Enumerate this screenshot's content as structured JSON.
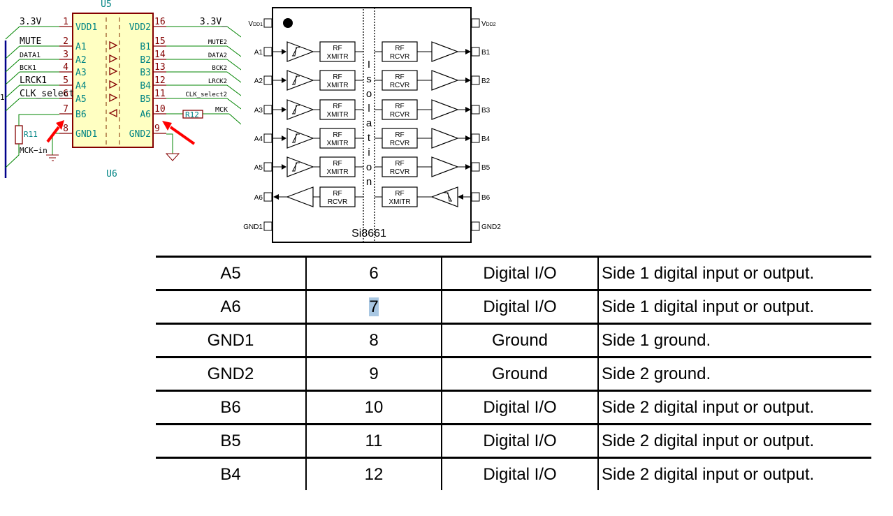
{
  "schematic": {
    "ref_top": "U5",
    "ref_bottom": "U6",
    "colors": {
      "body_fill": "#ffffc2",
      "body_stroke": "#840000",
      "pin": "#840000",
      "wire": "#008400",
      "bus": "#00008a",
      "pin_name": "#008484",
      "arrow": "#ff0000"
    },
    "left_pins": [
      {
        "num": "1",
        "name": "VDD1",
        "net": "3.3V"
      },
      {
        "num": "2",
        "name": "A1",
        "net": "MUTE"
      },
      {
        "num": "3",
        "name": "A2",
        "net": "DATA1"
      },
      {
        "num": "4",
        "name": "A3",
        "net": "BCK1"
      },
      {
        "num": "5",
        "name": "A4",
        "net": "LRCK1"
      },
      {
        "num": "6",
        "name": "A5",
        "net": "CLK_select"
      },
      {
        "num": "7",
        "name": "B6",
        "net": ""
      },
      {
        "num": "8",
        "name": "GND1",
        "net": ""
      }
    ],
    "right_pins": [
      {
        "num": "16",
        "name": "VDD2",
        "net": "3.3V_"
      },
      {
        "num": "15",
        "name": "B1",
        "net": "MUTE2"
      },
      {
        "num": "14",
        "name": "B2",
        "net": "DATA2"
      },
      {
        "num": "13",
        "name": "B3",
        "net": "BCK2"
      },
      {
        "num": "12",
        "name": "B4",
        "net": "LRCK2"
      },
      {
        "num": "11",
        "name": "B5",
        "net": "CLK_select2"
      },
      {
        "num": "10",
        "name": "A6",
        "net": "MCK"
      },
      {
        "num": "9",
        "name": "GND2",
        "net": ""
      }
    ],
    "r11": "R11",
    "r12": "R12",
    "mck_in": "MCK−in",
    "left_edge_label": "1"
  },
  "block_diagram": {
    "part": "Si8661",
    "isolation_letters": [
      "I",
      "s",
      "o",
      "l",
      "a",
      "t",
      "i",
      "o",
      "n"
    ],
    "vdd1": "V",
    "vdd1_sub": "DD1",
    "vdd2": "V",
    "vdd2_sub": "DD2",
    "gnd1": "GND1",
    "gnd2": "GND2",
    "channels": [
      {
        "a": "A1",
        "b": "B1",
        "dir": "a_to_b"
      },
      {
        "a": "A2",
        "b": "B2",
        "dir": "a_to_b"
      },
      {
        "a": "A3",
        "b": "B3",
        "dir": "a_to_b"
      },
      {
        "a": "A4",
        "b": "B4",
        "dir": "a_to_b"
      },
      {
        "a": "A5",
        "b": "B5",
        "dir": "a_to_b"
      },
      {
        "a": "A6",
        "b": "B6",
        "dir": "b_to_a"
      }
    ],
    "rf": "RF",
    "xmitr": "XMITR",
    "rcvr": "RCVR"
  },
  "table": {
    "rows": [
      {
        "name": "A5",
        "pin": "6",
        "type": "Digital I/O",
        "desc": "Side 1 digital input or output."
      },
      {
        "name": "A6",
        "pin": "7",
        "type": "Digital I/O",
        "desc": "Side 1 digital input or output.",
        "highlight": true
      },
      {
        "name": "GND1",
        "pin": "8",
        "type": "Ground",
        "desc": "Side 1 ground."
      },
      {
        "name": "GND2",
        "pin": "9",
        "type": "Ground",
        "desc": "Side 2 ground."
      },
      {
        "name": "B6",
        "pin": "10",
        "type": "Digital I/O",
        "desc": "Side 2 digital input or output."
      },
      {
        "name": "B5",
        "pin": "11",
        "type": "Digital I/O",
        "desc": "Side 2 digital input or output."
      },
      {
        "name": "B4",
        "pin": "12",
        "type": "Digital I/O",
        "desc": "Side 2 digital input or output."
      }
    ]
  }
}
